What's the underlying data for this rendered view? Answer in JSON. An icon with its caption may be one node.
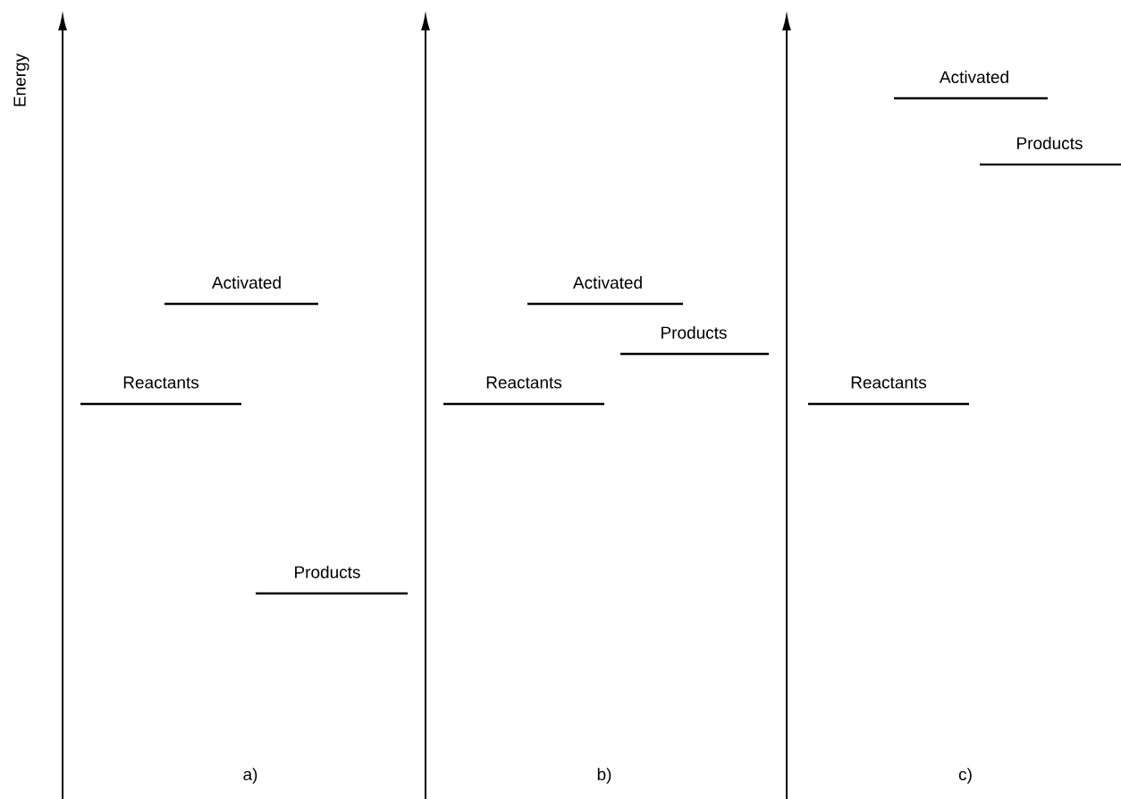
{
  "diagram": {
    "labels": [
      "Energy",
      "Activated",
      "Reactants",
      "Products",
      "a)",
      "Activated",
      "Products",
      "Reactants",
      "b)",
      "Activated",
      "Products",
      "Reactants",
      "c)"
    ]
  }
}
